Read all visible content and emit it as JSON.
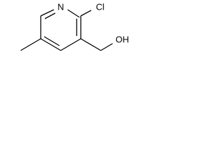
{
  "molecule": {
    "atoms": {
      "nitrogen": "N",
      "chlorine": "Cl",
      "hydroxyl": "OH"
    }
  }
}
